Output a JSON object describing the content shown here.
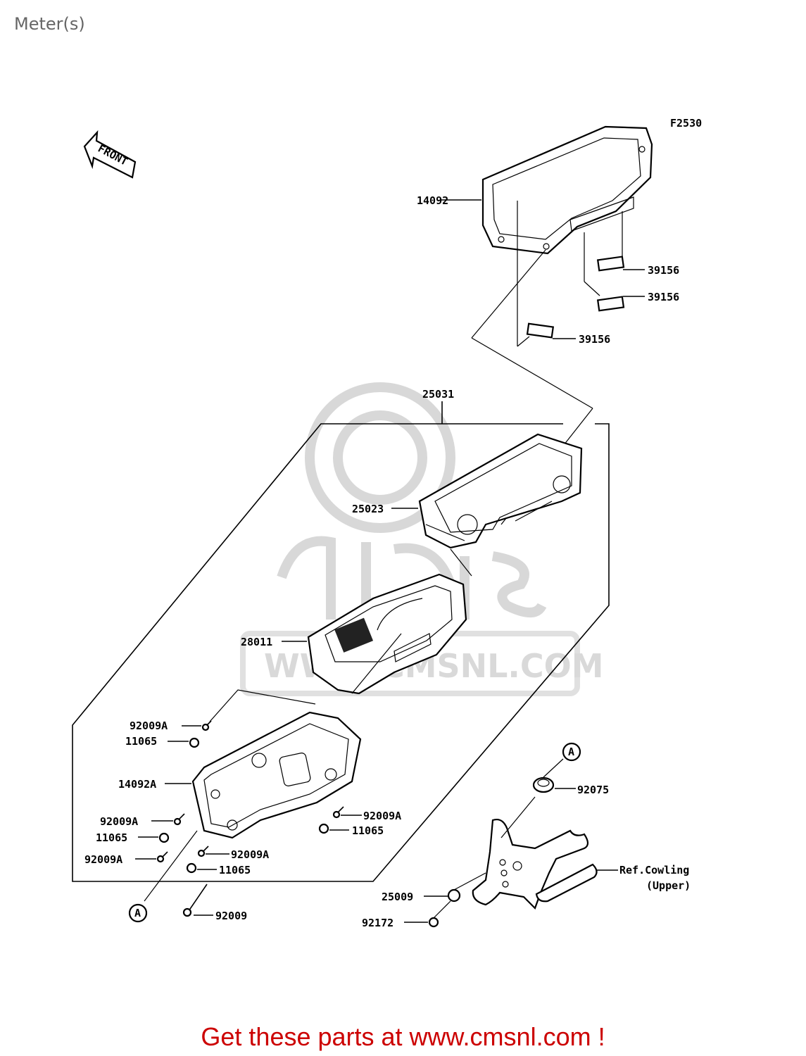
{
  "page_title": "Meter(s)",
  "figure_code": "F2530",
  "front_label": "FRONT",
  "watermark": "WWW.CMSNL.COM",
  "callout_symbol": "A",
  "labels": {
    "p14092": "14092",
    "p39156_a": "39156",
    "p39156_b": "39156",
    "p39156_c": "39156",
    "p25031": "25031",
    "p25023": "25023",
    "p28011": "28011",
    "p92009A_1": "92009A",
    "p11065_1": "11065",
    "p14092A": "14092A",
    "p92009A_2": "92009A",
    "p11065_2": "11065",
    "p92009A_3": "92009A",
    "p92009A_4": "92009A",
    "p11065_3": "11065",
    "p92009A_5": "92009A",
    "p11065_4": "11065",
    "p92009": "92009",
    "p92075": "92075",
    "ref_line1": "Ref.Cowling",
    "ref_line2": "(Upper)",
    "p25009": "25009",
    "p92172": "92172"
  },
  "cta_text": "Get these parts at www.cmsnl.com !",
  "colors": {
    "cta": "#cc0000",
    "title": "#666666",
    "watermark": "#d8d8d8"
  }
}
